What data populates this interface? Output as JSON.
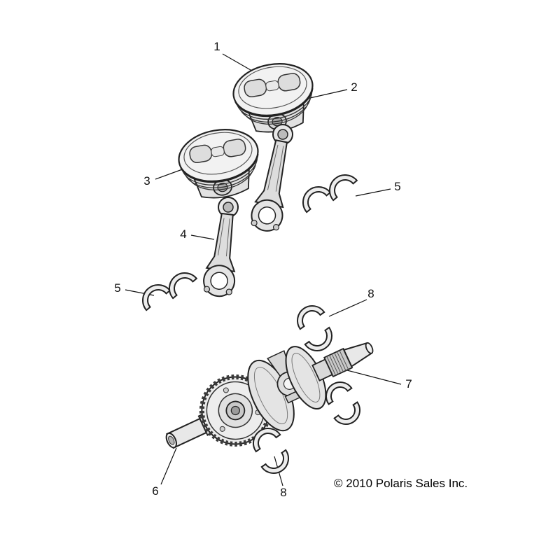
{
  "diagram": {
    "copyright": "© 2010 Polaris Sales Inc.",
    "callouts": [
      {
        "label": "1"
      },
      {
        "label": "2"
      },
      {
        "label": "3"
      },
      {
        "label": "4"
      },
      {
        "label": "5"
      },
      {
        "label": "5"
      },
      {
        "label": "8"
      },
      {
        "label": "7"
      },
      {
        "label": "6"
      },
      {
        "label": "8"
      }
    ]
  }
}
